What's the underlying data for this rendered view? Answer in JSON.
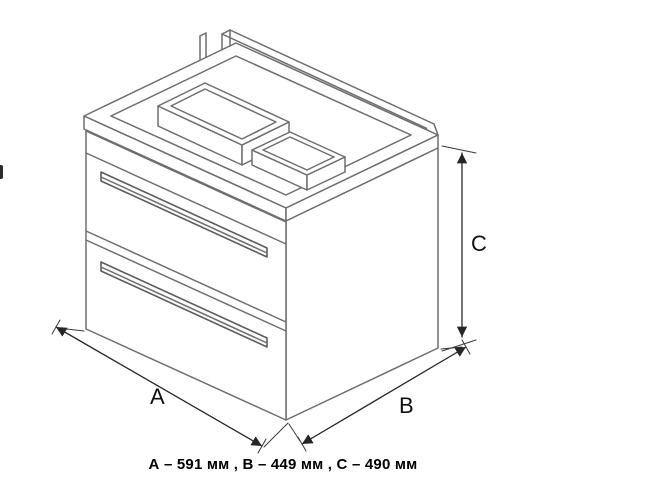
{
  "diagram": {
    "subject": "isometric technical drawing of a two-drawer vanity cabinet",
    "labels": {
      "A": "A",
      "B": "B",
      "C": "C"
    },
    "dimensions_mm": {
      "A": "591",
      "B": "449",
      "C": "490"
    },
    "units": "мм",
    "caption": "А – 591 мм , B – 449 мм , С – 490 мм",
    "colors": {
      "background": "#ffffff",
      "cabinet_outline": "#6e6e6e",
      "dimension_lines": "#262626",
      "text": "#000000"
    }
  }
}
